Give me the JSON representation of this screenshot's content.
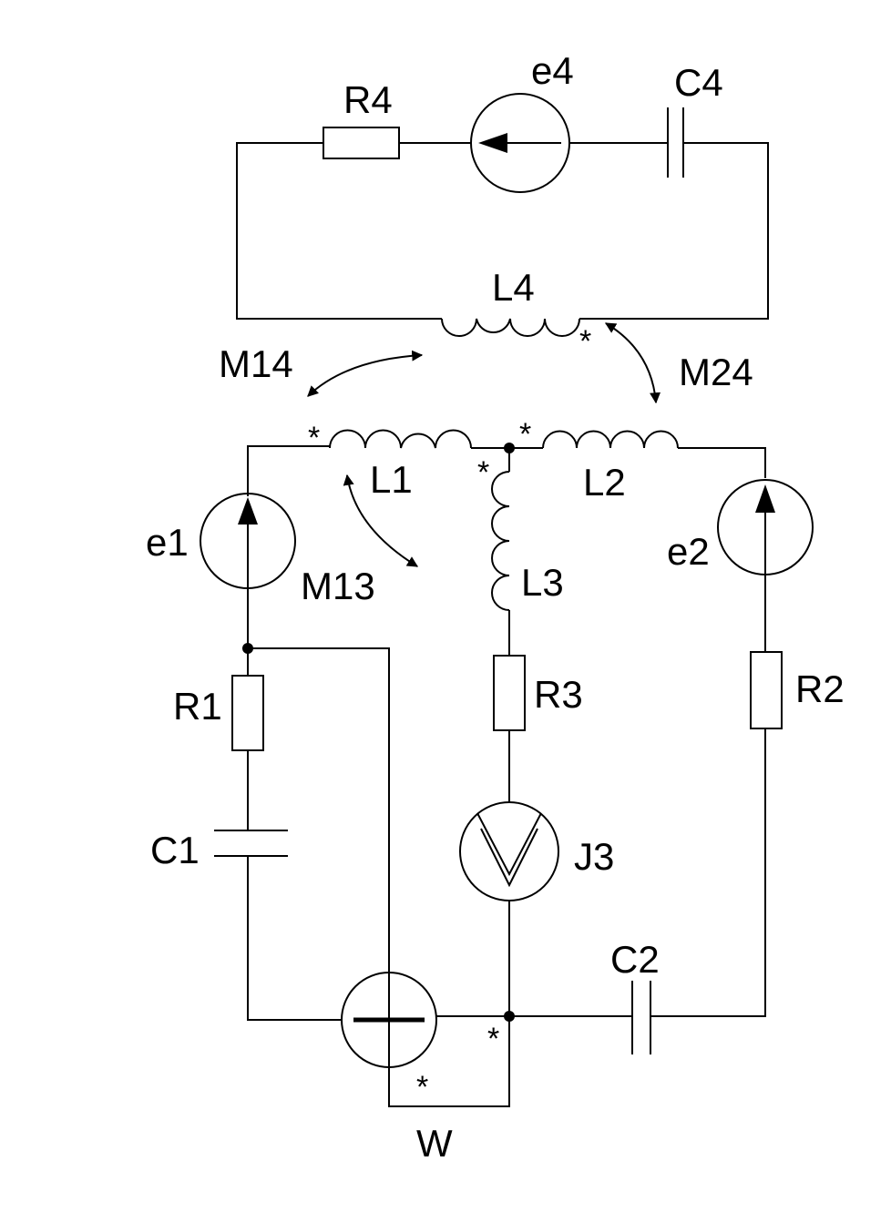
{
  "labels": {
    "R4": "R4",
    "e4": "e4",
    "C4": "C4",
    "L4": "L4",
    "M14": "M14",
    "M24": "M24",
    "M13": "M13",
    "L1": "L1",
    "L2": "L2",
    "L3": "L3",
    "e1": "e1",
    "e2": "e2",
    "R1": "R1",
    "R2": "R2",
    "R3": "R3",
    "C1": "C1",
    "C2": "C2",
    "J3": "J3",
    "W": "W"
  },
  "polarity_mark": "*"
}
